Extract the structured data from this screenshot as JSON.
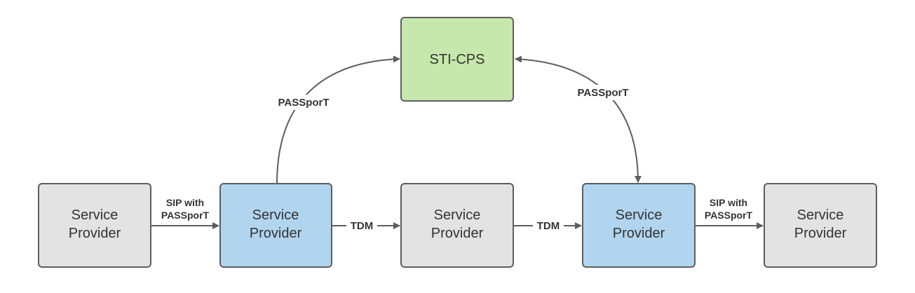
{
  "nodes": {
    "sp1": {
      "line1": "Service",
      "line2": "Provider"
    },
    "sp2": {
      "line1": "Service",
      "line2": "Provider"
    },
    "sp3": {
      "line1": "Service",
      "line2": "Provider"
    },
    "sp4": {
      "line1": "Service",
      "line2": "Provider"
    },
    "sp5": {
      "line1": "Service",
      "line2": "Provider"
    },
    "sticps": {
      "label": "STI-CPS"
    }
  },
  "edges": {
    "sp1_sp2": {
      "line1": "SIP with",
      "line2": "PASSporT"
    },
    "sp2_sp3": {
      "label": "TDM"
    },
    "sp3_sp4": {
      "label": "TDM"
    },
    "sp4_sp5": {
      "line1": "SIP with",
      "line2": "PASSporT"
    },
    "sp2_sticps": {
      "label": "PASSporT"
    },
    "sticps_sp4": {
      "label": "PASSporT"
    }
  },
  "colors": {
    "gray_fill": "#e3e3e3",
    "blue_fill": "#b1d5ef",
    "green_fill": "#c7e8ac",
    "stroke": "#5e5e5e",
    "text": "#333333"
  }
}
